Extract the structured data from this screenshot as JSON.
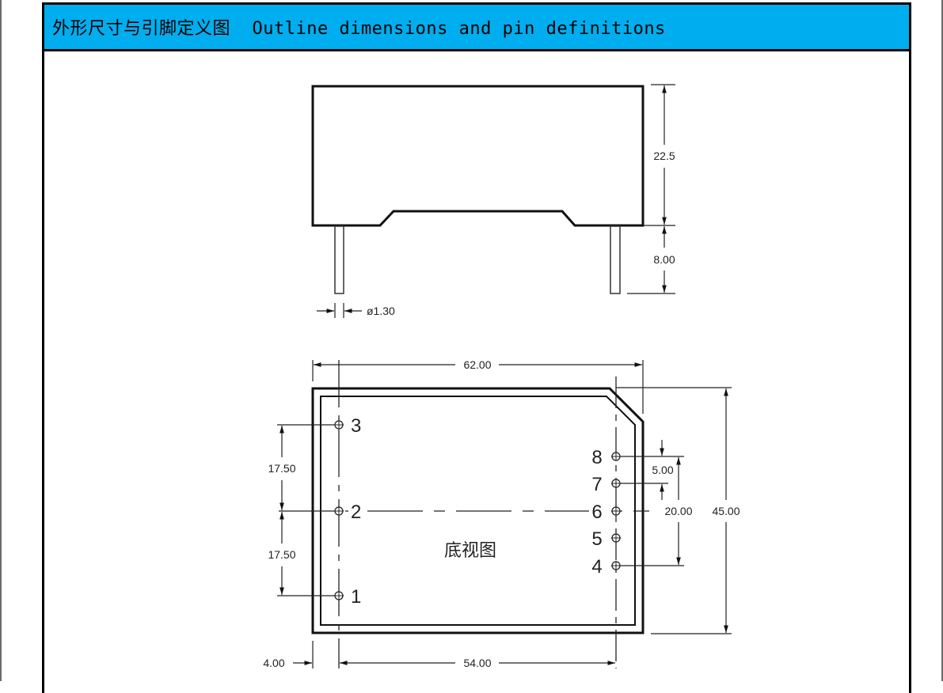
{
  "section": {
    "title": "外形尺寸与引脚定义图  Outline dimensions and pin definitions",
    "header_color": "#00aeef"
  },
  "side_view": {
    "height_label": "22.5",
    "pin_length_label": "8.00",
    "pin_diameter_label": "ø1.30"
  },
  "bottom_view": {
    "view_label": "底视图",
    "width_label": "62.00",
    "height_label": "45.00",
    "pin_row_span_label": "20.00",
    "pin_pitch_label": "5.00",
    "left_pitch_upper_label": "17.50",
    "left_pitch_lower_label": "17.50",
    "edge_offset_label": "4.00",
    "pin_column_span_label": "54.00",
    "pins_left": [
      {
        "number": "3"
      },
      {
        "number": "2"
      },
      {
        "number": "1"
      }
    ],
    "pins_right": [
      {
        "number": "8"
      },
      {
        "number": "7"
      },
      {
        "number": "6"
      },
      {
        "number": "5"
      },
      {
        "number": "4"
      }
    ]
  }
}
